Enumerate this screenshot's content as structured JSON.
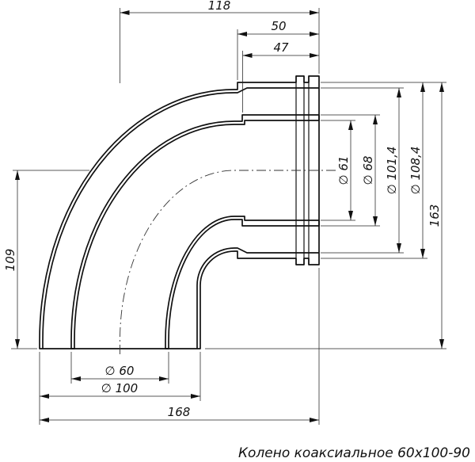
{
  "drawing": {
    "caption": "Колено коаксиальное 60х100-90",
    "dims": {
      "face_to_axis": "118",
      "outer_socket_depth": "50",
      "inner_socket_depth": "47",
      "inner_socket_inner_dia": "∅ 61",
      "inner_socket_outer_dia": "∅ 68",
      "outer_socket_inner_dia": "∅ 101,4",
      "outer_socket_outer_dia": "∅ 108,4",
      "overall_height": "163",
      "axis_to_base": "109",
      "inner_pipe_dia": "∅ 60",
      "outer_pipe_dia": "∅ 100",
      "overall_width": "168"
    }
  }
}
